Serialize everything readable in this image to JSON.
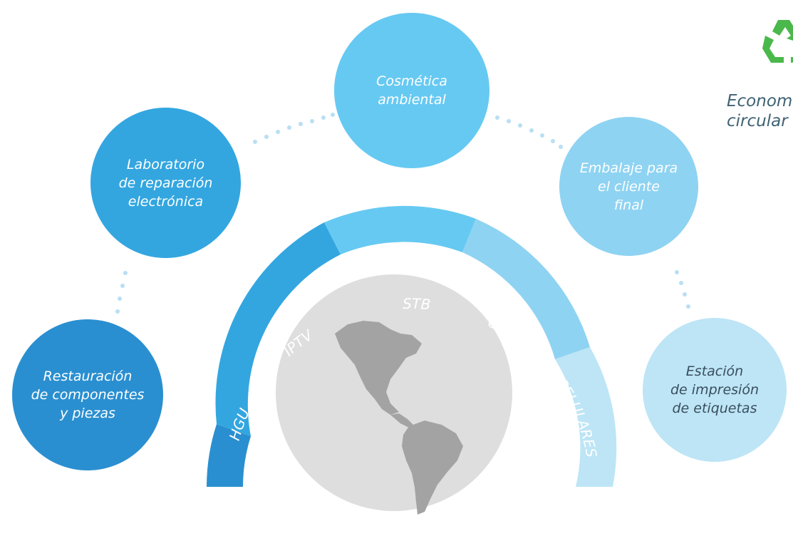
{
  "title": "Economía circular",
  "arc_segments": [
    {
      "label": "HGU",
      "color": "#2a8fd0"
    },
    {
      "label": "IPTV",
      "color": "#33a6e0"
    },
    {
      "label": "STB",
      "color": "#66c9f2"
    },
    {
      "label": "CABLE MODEM",
      "color": "#8fd3f2"
    },
    {
      "label": "CELULARES",
      "color": "#bde5f6"
    }
  ],
  "nodes": [
    {
      "label": "Restauración\nde componentes\ny piezas",
      "color": "#2a8fd0"
    },
    {
      "label": "Laboratorio\nde reparación\nelectrónica",
      "color": "#33a6e0"
    },
    {
      "label": "Cosmética\nambiental",
      "color": "#66c9f2"
    },
    {
      "label": "Embalaje para\nel cliente\nfinal",
      "color": "#8fd3f2"
    },
    {
      "label": "Estación\nde impresión\nde etiquetas",
      "color": "#bde5f6"
    }
  ],
  "globe": {
    "color": "#dedede",
    "land_color": "#a3a3a3",
    "region": "Americas"
  },
  "logo": {
    "icon": "recycle-icon",
    "color": "#4bb84b"
  }
}
